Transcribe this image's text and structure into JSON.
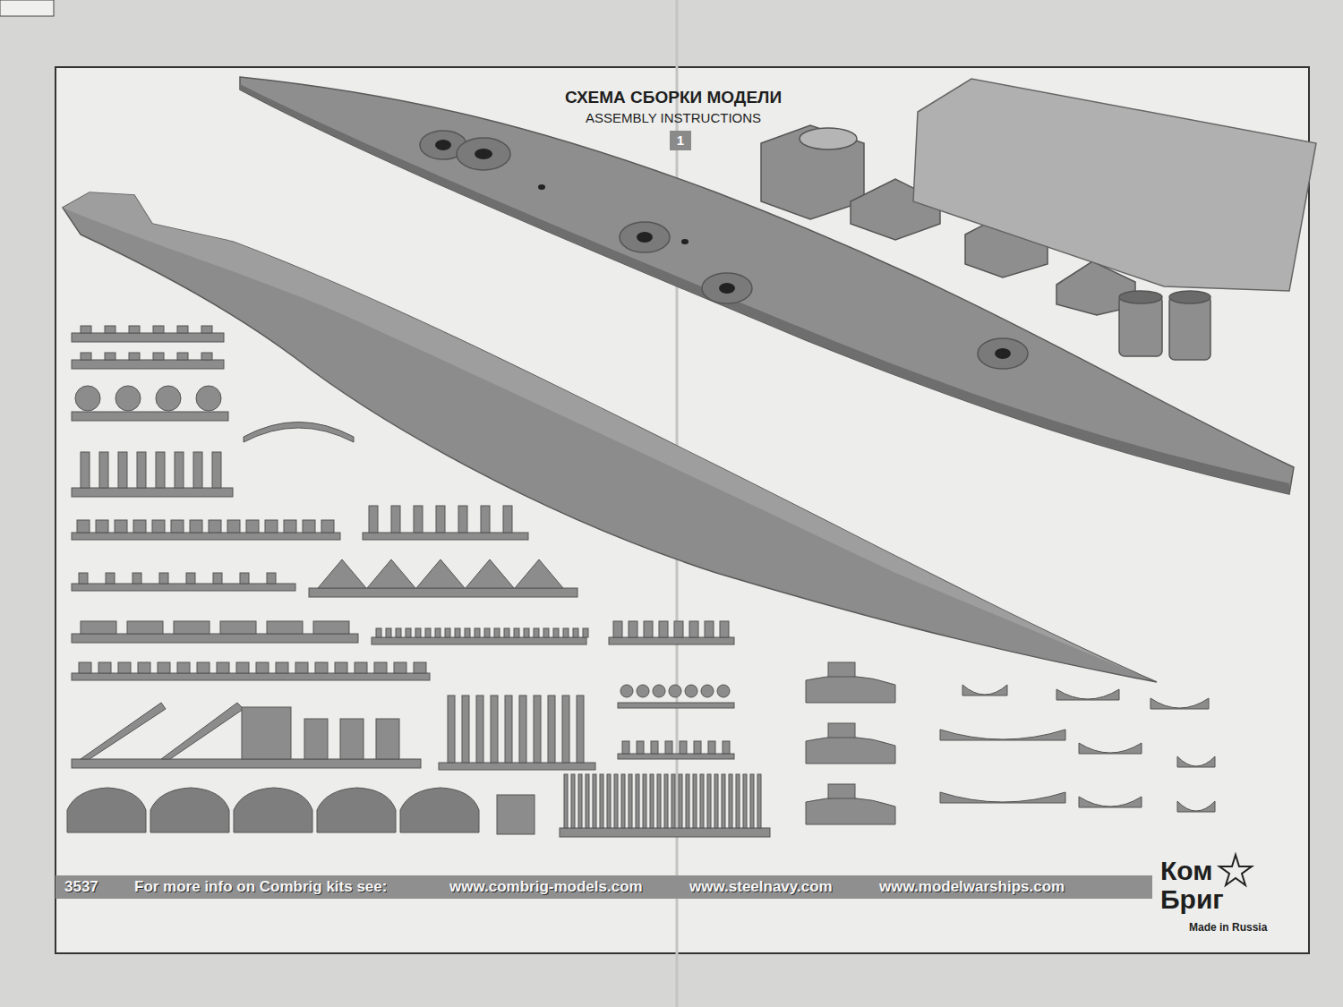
{
  "diagram": {
    "title": "СХЕМА СБОРКИ МОДЕЛИ",
    "nodes": [
      {
        "text": [
          "1"
        ]
      },
      {
        "text": [
          "3537",
          "For more info on Combrig kits see:",
          "www.combrig-models.com",
          "www.steelnavy.com",
          "www.modelwarships.com"
        ]
      }
    ],
    "labels": [
      "ASSEMBLY INSTRUCTIONS",
      "Ком",
      "Бриг",
      "Made in Russia"
    ]
  }
}
